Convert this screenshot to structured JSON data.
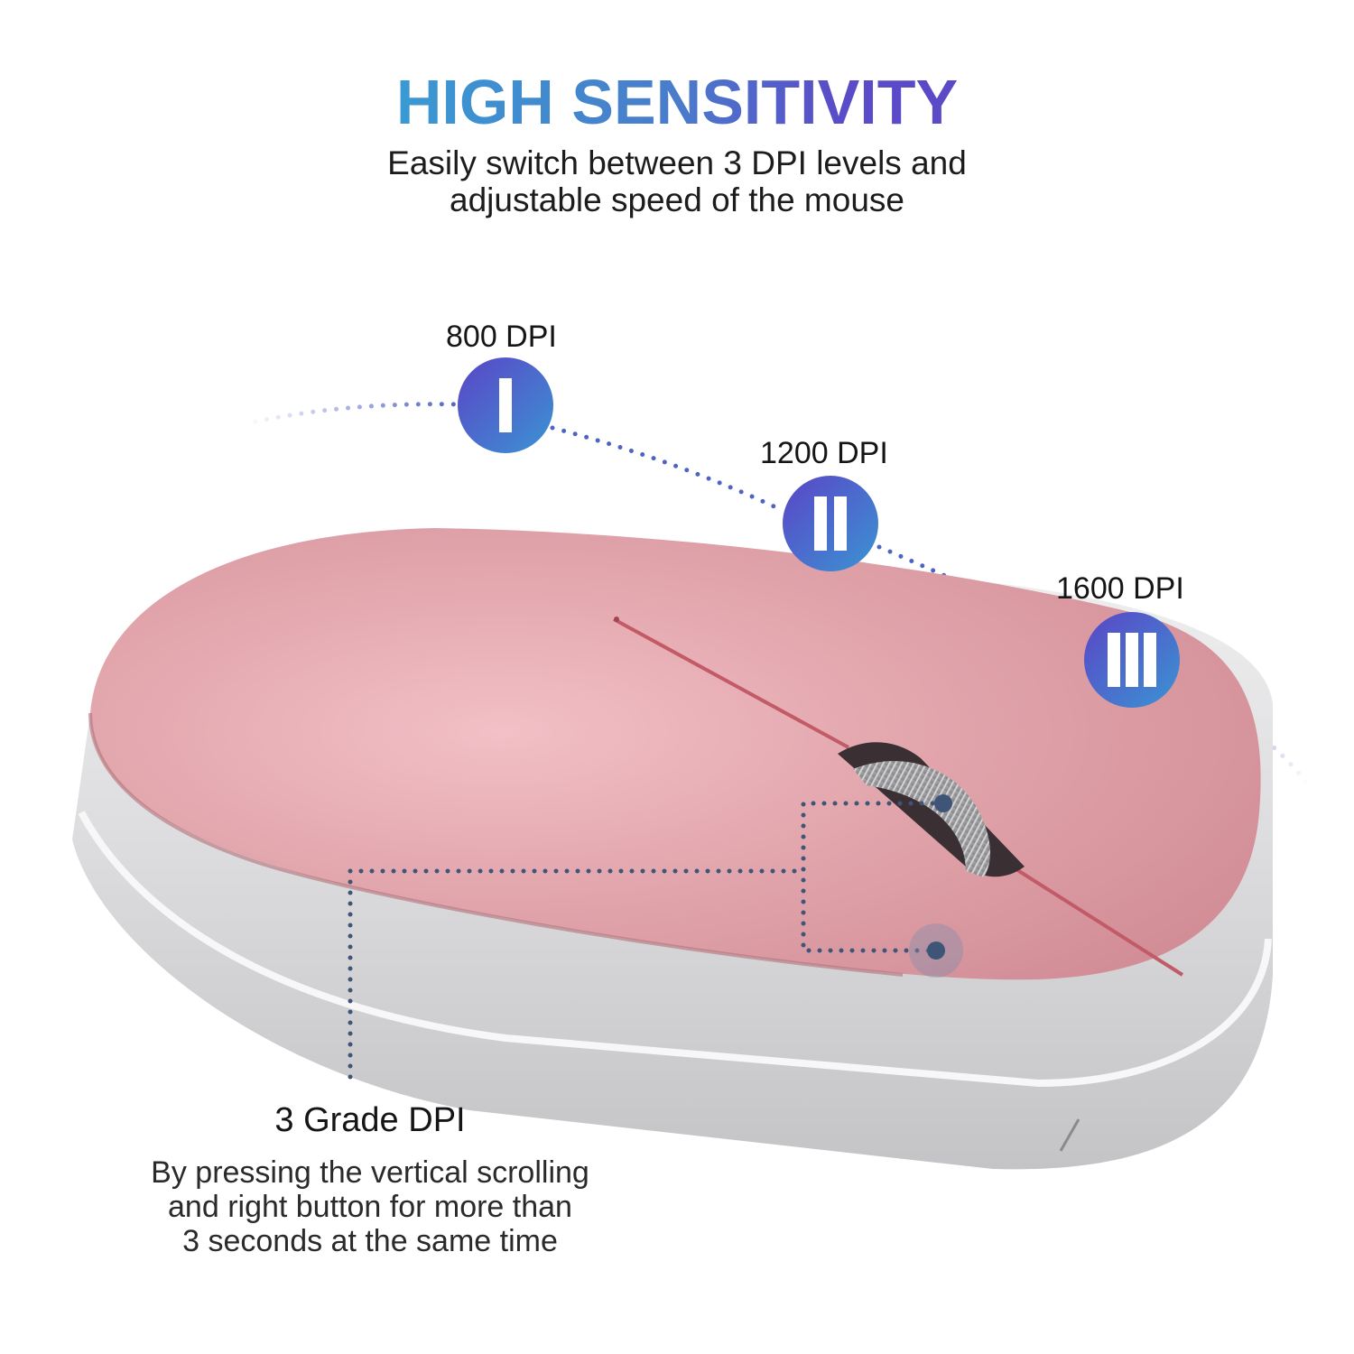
{
  "header": {
    "title": "HIGH SENSITIVITY",
    "subtitle_line1": "Easily switch between 3 DPI levels and",
    "subtitle_line2": "adjustable speed of the mouse",
    "title_gradient": [
      "#3a9ad3",
      "#5a48c6"
    ]
  },
  "dpi_levels": [
    {
      "label": "800 DPI",
      "roman": "I",
      "bars": 1
    },
    {
      "label": "1200 DPI",
      "roman": "II",
      "bars": 2
    },
    {
      "label": "1600 DPI",
      "roman": "III",
      "bars": 3
    }
  ],
  "callout": {
    "title": "3 Grade DPI",
    "body_line1": "By pressing the vertical scrolling",
    "body_line2": "and right button for more than",
    "body_line3": "3 seconds at the same time"
  },
  "product": {
    "name": "wireless mouse",
    "top_color": "#d9979f",
    "base_color": "#e4e4e6",
    "wheel_color": "#9a9a9c"
  },
  "colors": {
    "badge_start": "#5a45c6",
    "badge_end": "#3a94d2",
    "dots": "#4f63c2",
    "callout_dots": "#3f5577"
  }
}
